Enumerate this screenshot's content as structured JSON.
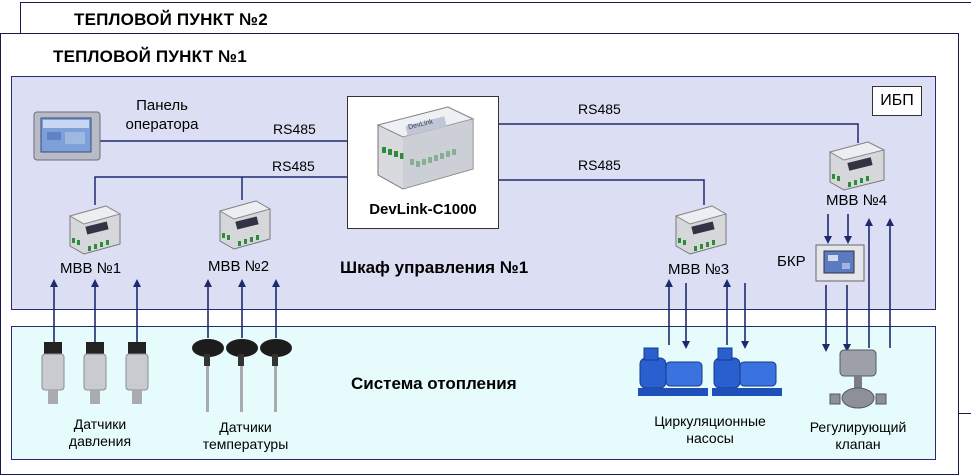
{
  "heat_point_2": {
    "title": "ТЕПЛОВОЙ ПУНКТ №2"
  },
  "heat_point_1": {
    "title": "ТЕПЛОВОЙ ПУНКТ №1"
  },
  "cabinet": {
    "label": "Шкаф управления №1"
  },
  "heating_system": {
    "label": "Система отопления"
  },
  "ups": {
    "label": "ИБП"
  },
  "controller": {
    "label": "DevLink-C1000",
    "brand": "DevLink"
  },
  "panel": {
    "line1": "Панель",
    "line2": "оператора"
  },
  "bus": {
    "rs485_panel": "RS485",
    "rs485_left": "RS485",
    "rs485_right_top": "RS485",
    "rs485_right": "RS485"
  },
  "modules": {
    "mvv1": "МВВ №1",
    "mvv2": "МВВ №2",
    "mvv3": "МВВ №3",
    "mvv4": "МВВ №4"
  },
  "bkr": {
    "label": "БКР"
  },
  "field": {
    "pressure_sensors": {
      "line1": "Датчики",
      "line2": "давления"
    },
    "temperature_sensors": {
      "line1": "Датчики",
      "line2": "температуры"
    },
    "pumps": {
      "line1": "Циркуляционные",
      "line2": "насосы"
    },
    "valve": {
      "line1": "Регулирующий",
      "line2": "клапан"
    }
  },
  "colors": {
    "cabinet_bg": "#dcdff4",
    "heating_bg": "#e6fbfb",
    "wire": "#1f2a6e",
    "pump": "#2a5fd0"
  }
}
